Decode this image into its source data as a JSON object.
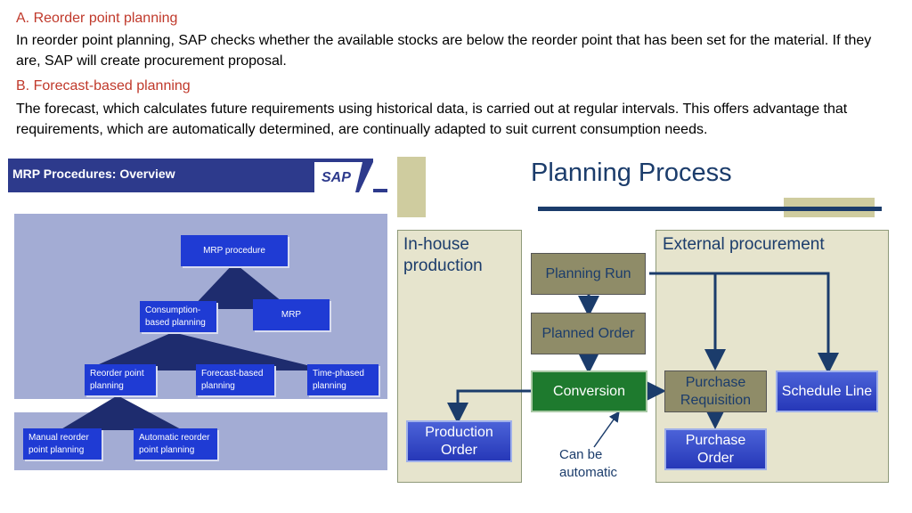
{
  "section_a": {
    "heading": "A. Reorder point planning",
    "body": "In reorder point planning, SAP checks whether the available stocks are below the reorder point that has been set for the material. If they are, SAP will create procurement proposal."
  },
  "section_b": {
    "heading_letter": "B.",
    "heading_text": "Forecast-based planning",
    "body": "The forecast, which calculates future requirements using historical data, is carried out at regular intervals. This offers advantage that requirements, which are automatically determined, are continually adapted to suit current consumption needs."
  },
  "mrp_diagram": {
    "title": "MRP Procedures: Overview",
    "logo_text": "SAP",
    "nodes": {
      "mrp_procedure": "MRP procedure",
      "consumption_based": "Consumption-based planning",
      "mrp": "MRP",
      "reorder_point": "Reorder point planning",
      "forecast_based": "Forecast-based planning",
      "time_phased": "Time-phased planning",
      "manual_reorder": "Manual reorder point planning",
      "automatic_reorder": "Automatic reorder point planning"
    }
  },
  "planning_process": {
    "title": "Planning Process",
    "inhouse_heading": "In-house production",
    "external_heading": "External procurement",
    "boxes": {
      "planning_run": "Planning Run",
      "planned_order": "Planned Order",
      "conversion": "Conversion",
      "production_order": "Production Order",
      "purchase_requisition": "Purchase Requisition",
      "schedule_line": "Schedule Line",
      "purchase_order": "Purchase Order"
    },
    "note": "Can be automatic"
  },
  "colors": {
    "heading_red": "#c0392b",
    "sap_navy": "#2d3a8c",
    "node_blue": "#1f3bd4",
    "panel_beige": "#e6e4cd",
    "olive_box": "#8f8c68",
    "conversion_green": "#1e7a2e",
    "title_navy": "#1b3c6b"
  }
}
